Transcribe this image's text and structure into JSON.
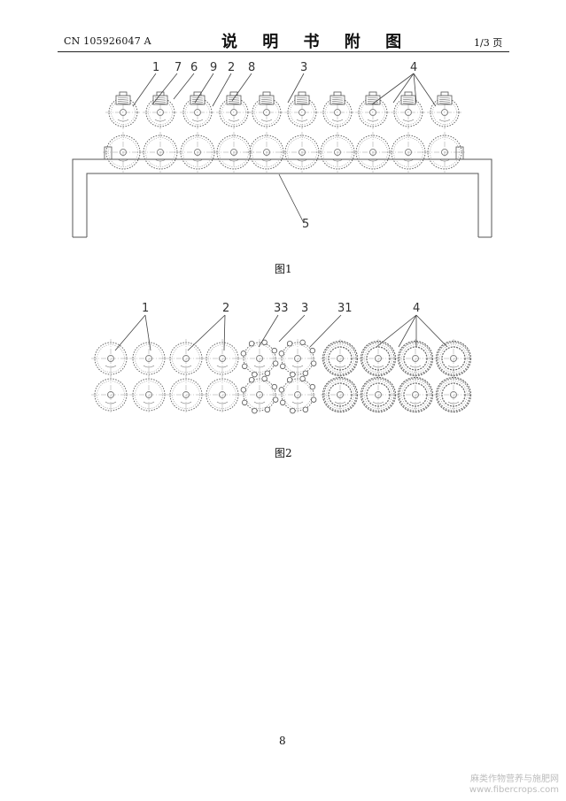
{
  "header": {
    "doc_number": "CN 105926047 A",
    "title": "说 明 书 附 图",
    "page_indicator": "1/3 页"
  },
  "figure1": {
    "caption": "图1",
    "callouts": [
      "1",
      "7",
      "6",
      "9",
      "2",
      "8",
      "3",
      "4",
      "5"
    ]
  },
  "figure2": {
    "caption": "图2",
    "callouts": [
      "1",
      "2",
      "33",
      "3",
      "31",
      "4"
    ]
  },
  "footer": {
    "page_number": "8",
    "watermark_cn": "麻类作物营养与施肥网",
    "watermark_url": "www.fibercrops.com"
  }
}
